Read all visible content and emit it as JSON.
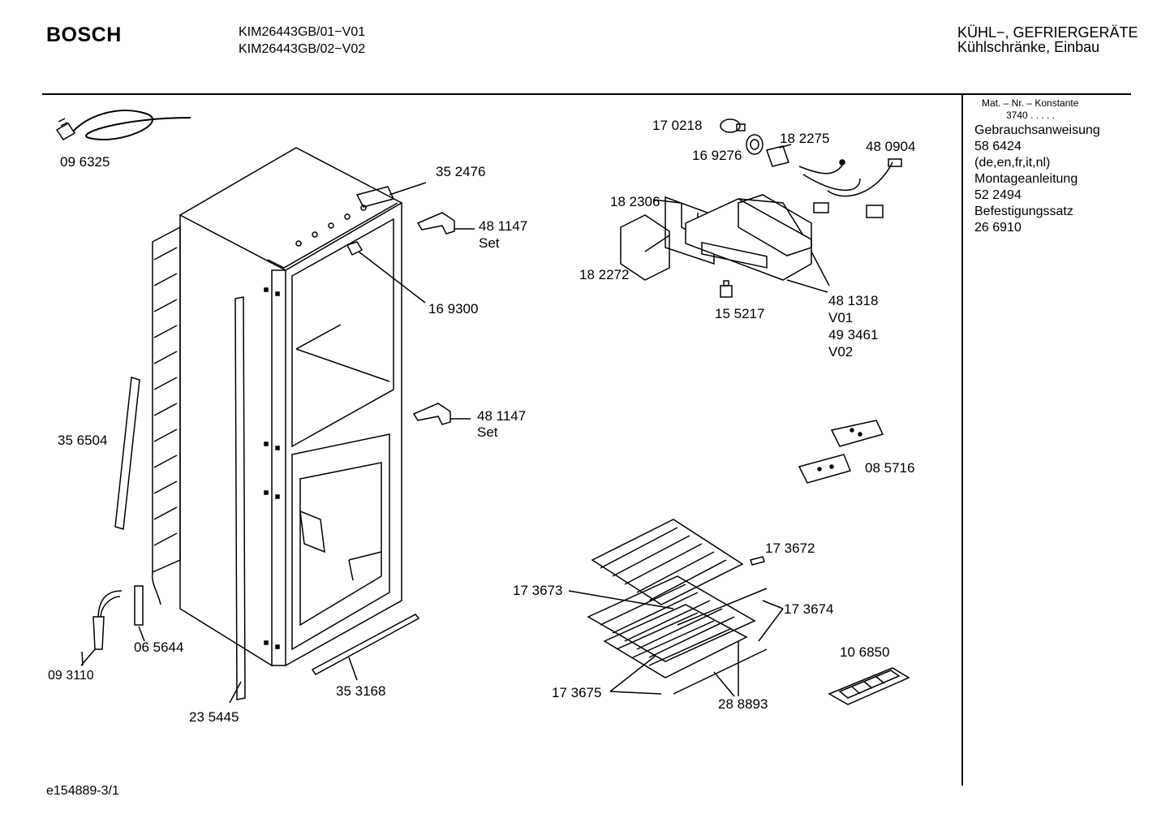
{
  "header": {
    "brand": "BOSCH",
    "models": [
      "KIM26443GB/01−V01",
      "KIM26443GB/02−V02"
    ],
    "category": [
      "KÜHL−, GEFRIERGERÄTE",
      "Kühlschränke, Einbau"
    ]
  },
  "sidebar": {
    "mat_label": "Mat. – Nr. – Konstante",
    "mat_value": "3740  .  .  .  .  .",
    "items": [
      "Gebrauchsanweisung",
      "58 6424",
      "(de,en,fr,it,nl)",
      "Montageanleitung",
      "52 2494",
      "Befestigungssatz",
      "26 6910"
    ]
  },
  "labels": {
    "p096325": "09 6325",
    "p352476": "35 2476",
    "p481147a": "48 1147",
    "set_a": "Set",
    "p169300": "16 9300",
    "p481147b": "48 1147",
    "set_b": "Set",
    "p356504": "35 6504",
    "p093110": "09 3110",
    "p065644": "06 5644",
    "p235445": "23 5445",
    "p353168": "35 3168",
    "p170218": "17 0218",
    "p169276": "16 9276",
    "p182275": "18 2275",
    "p480904": "48 0904",
    "p182306": "18 2306",
    "p182272": "18 2272",
    "p155217": "15 5217",
    "p481318": "48 1318",
    "v01": "V01",
    "p493461": "49 3461",
    "v02": "V02",
    "p085716": "08 5716",
    "p173672": "17 3672",
    "p173673": "17 3673",
    "p173674": "17 3674",
    "p106850": "10 6850",
    "p173675": "17 3675",
    "p288893": "28 8893"
  },
  "footer": {
    "code": "e154889-3/1"
  }
}
